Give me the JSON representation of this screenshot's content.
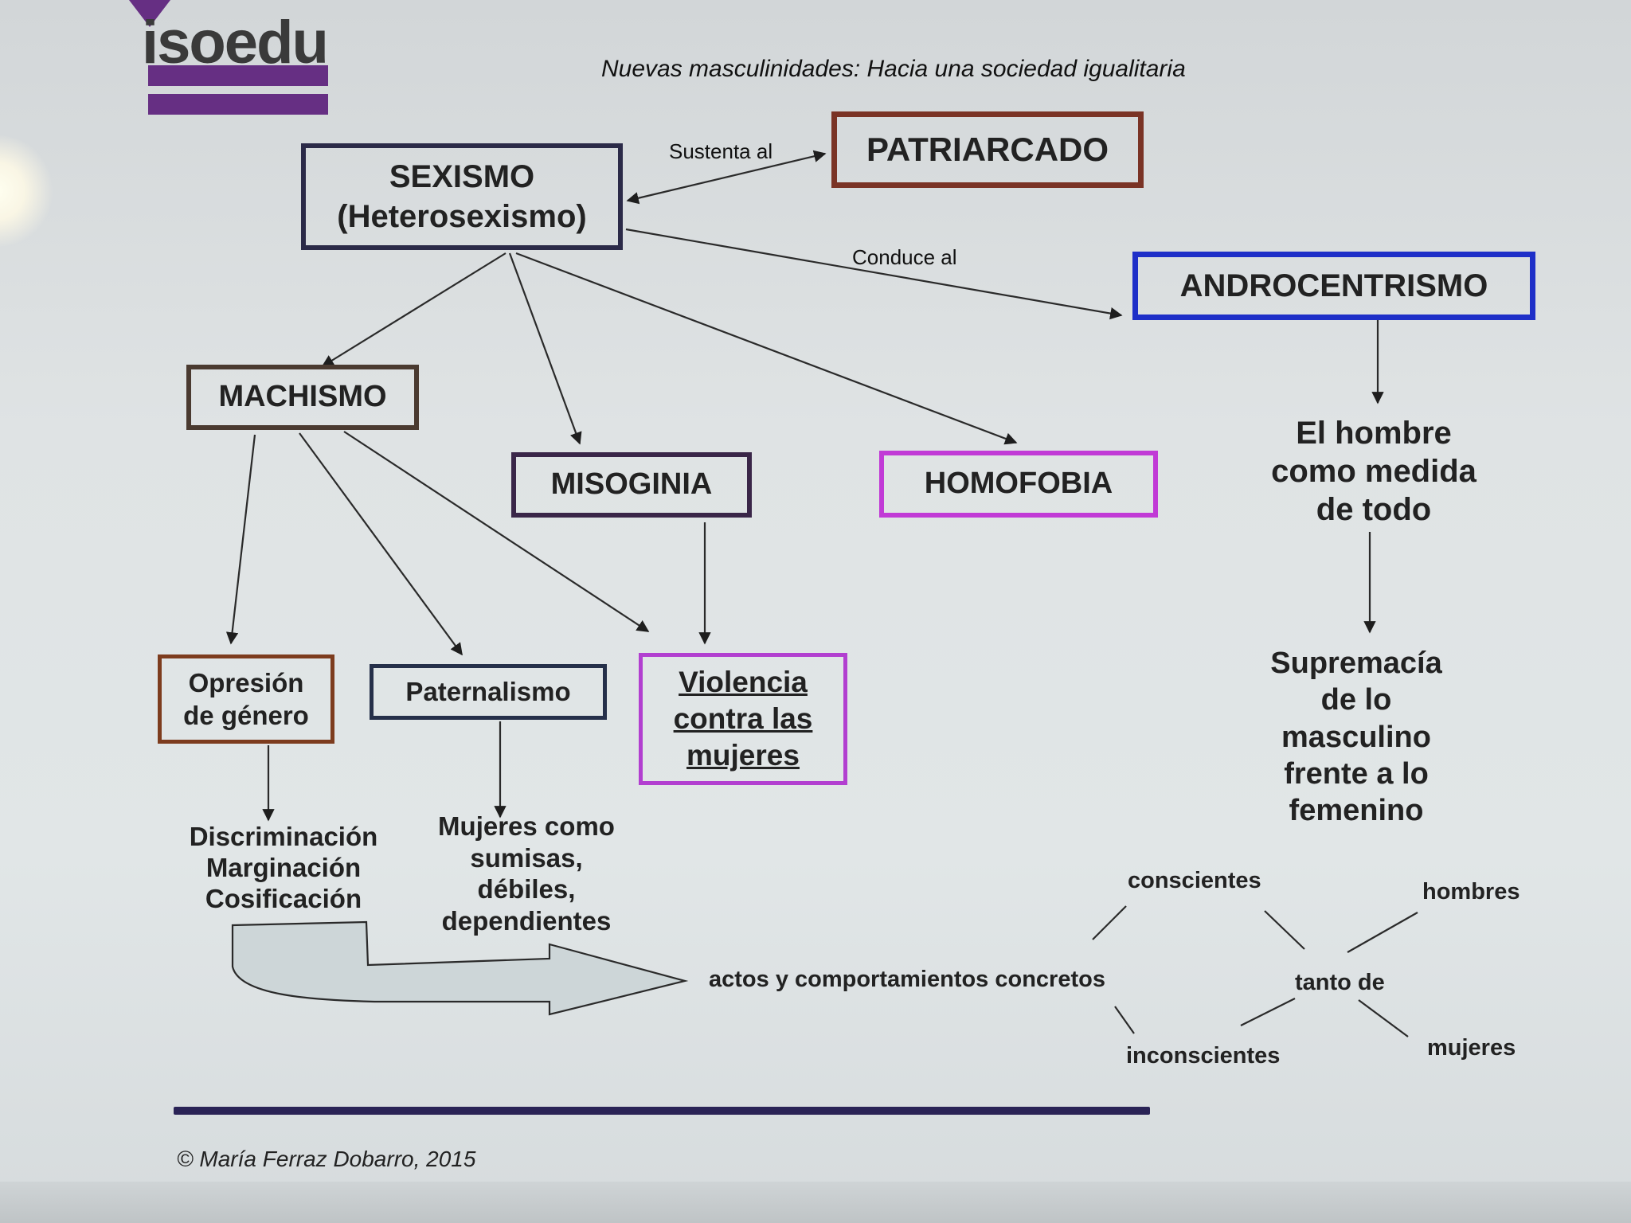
{
  "header": {
    "logo_text": "isoedu",
    "subtitle": "Nuevas masculinidades: Hacia una sociedad igualitaria"
  },
  "nodes": {
    "sexismo": "SEXISMO\n(Heterosexismo)",
    "patriarcado": "PATRIARCADO",
    "androcentrismo": "ANDROCENTRISMO",
    "machismo": "MACHISMO",
    "misoginia": "MISOGINIA",
    "homofobia": "HOMOFOBIA",
    "opresion": "Opresión\nde género",
    "paternalismo": "Paternalismo",
    "violencia": "Violencia\ncontra las\nmujeres",
    "hombre_medida": "El hombre\ncomo medida\nde todo",
    "supremacia": "Supremacía\nde lo\nmasculino\nfrente a lo\nfemenino",
    "discriminacion": "Discriminación\nMarginación\nCosificación",
    "mujeres_como": "Mujeres como\nsumisas,\ndébiles,\ndependientes"
  },
  "edge_labels": {
    "sustenta": "Sustenta al",
    "conduce": "Conduce al"
  },
  "bottom": {
    "actos": "actos y comportamientos concretos",
    "conscientes": "conscientes",
    "inconscientes": "inconscientes",
    "tanto_de": "tanto de",
    "hombres": "hombres",
    "mujeres": "mujeres"
  },
  "footer": "© María Ferraz Dobarro, 2015",
  "colors": {
    "logo_purple": "#662f83",
    "sexismo_border": "#2b2a48",
    "patriarcado_border": "#7a3325",
    "androcentrismo_border": "#1e2fc8",
    "machismo_border": "#4a3a30",
    "misoginia_border": "#3a2648",
    "homofobia_border": "#c13ad6",
    "opresion_border": "#7d3c1e",
    "paternalismo_border": "#26304a",
    "violencia_border": "#b23fd0",
    "footer_line": "#2a2356"
  }
}
